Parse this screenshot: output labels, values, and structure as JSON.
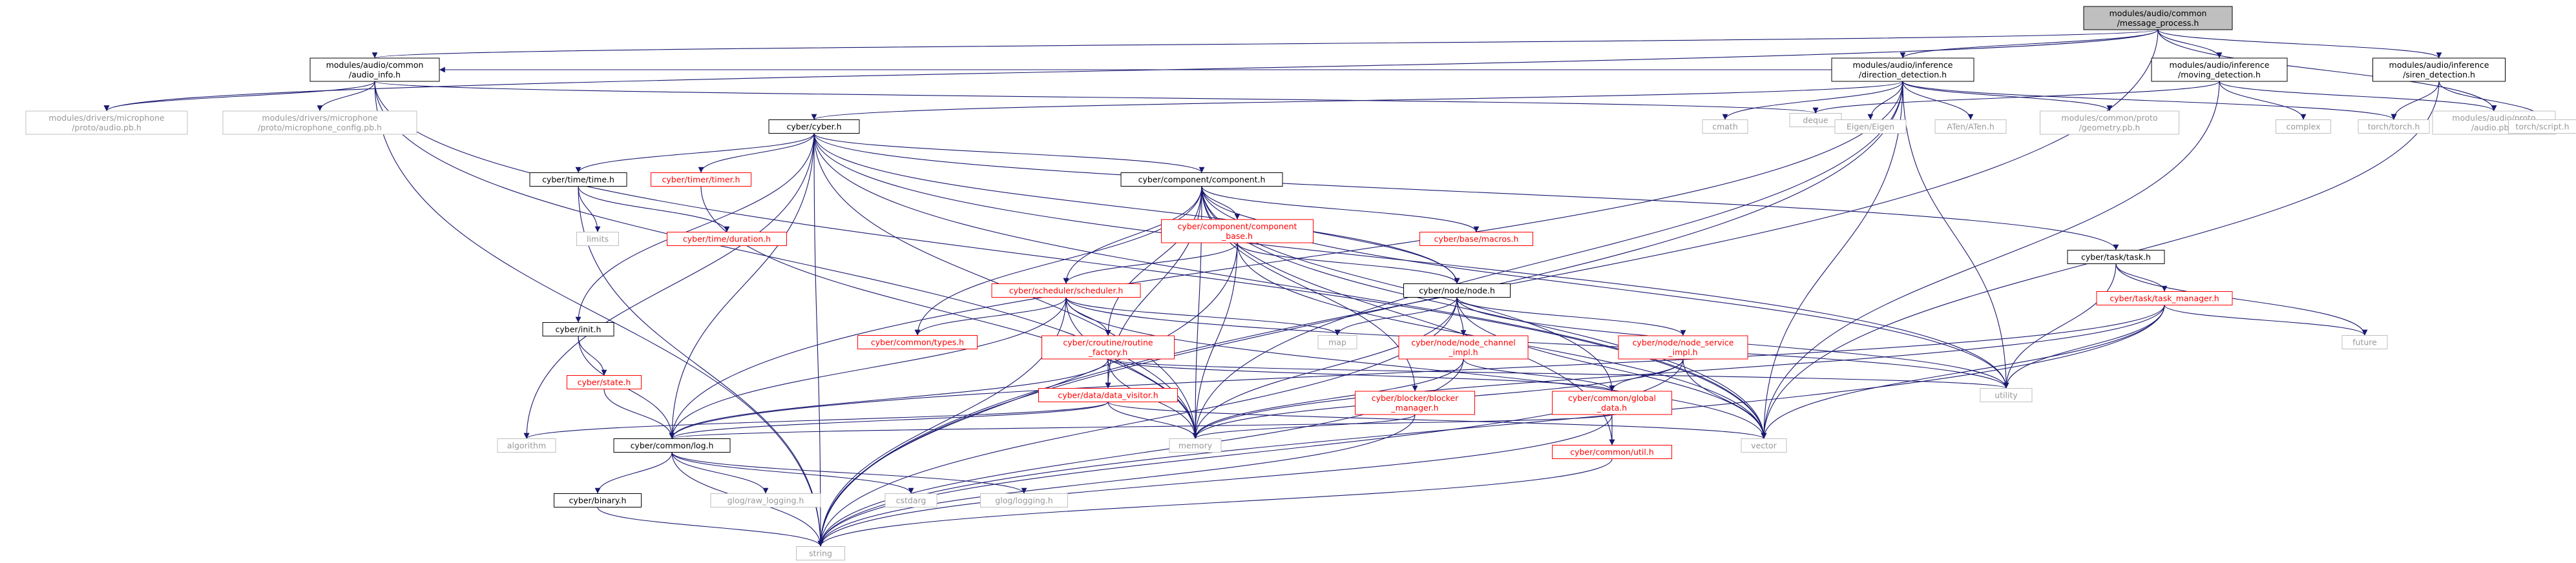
{
  "colors": {
    "root_fill": "#bfbfbf",
    "node_fill": "#ffffff",
    "linked_text": "#000000",
    "linked_border": "#000000",
    "missing_text": "#999999",
    "missing_border": "#bfbfbf",
    "red_text": "#ff0000",
    "red_border": "#ff0000",
    "edge": "#191970"
  },
  "nodes": [
    {
      "id": "message_process",
      "lines": [
        "modules/audio/common",
        "/message_process.h"
      ],
      "style": "root"
    },
    {
      "id": "audio_info",
      "lines": [
        "modules/audio/common",
        "/audio_info.h"
      ],
      "style": "linked"
    },
    {
      "id": "direction_detection",
      "lines": [
        "modules/audio/inference",
        "/direction_detection.h"
      ],
      "style": "linked"
    },
    {
      "id": "moving_detection",
      "lines": [
        "modules/audio/inference",
        "/moving_detection.h"
      ],
      "style": "linked"
    },
    {
      "id": "siren_detection",
      "lines": [
        "modules/audio/inference",
        "/siren_detection.h"
      ],
      "style": "linked"
    },
    {
      "id": "mic_audio_pb",
      "lines": [
        "modules/drivers/microphone",
        "/proto/audio.pb.h"
      ],
      "style": "missing"
    },
    {
      "id": "mic_config_pb",
      "lines": [
        "modules/drivers/microphone",
        "/proto/microphone_config.pb.h"
      ],
      "style": "missing"
    },
    {
      "id": "deque",
      "lines": [
        "deque"
      ],
      "style": "missing"
    },
    {
      "id": "cyber_h",
      "lines": [
        "cyber/cyber.h"
      ],
      "style": "linked"
    },
    {
      "id": "cmath",
      "lines": [
        "cmath"
      ],
      "style": "missing"
    },
    {
      "id": "eigen",
      "lines": [
        "Eigen/Eigen"
      ],
      "style": "missing"
    },
    {
      "id": "aten",
      "lines": [
        "ATen/ATen.h"
      ],
      "style": "missing"
    },
    {
      "id": "geometry_pb",
      "lines": [
        "modules/common/proto",
        "/geometry.pb.h"
      ],
      "style": "missing"
    },
    {
      "id": "complex",
      "lines": [
        "complex"
      ],
      "style": "missing"
    },
    {
      "id": "torch",
      "lines": [
        "torch/torch.h"
      ],
      "style": "missing"
    },
    {
      "id": "audio_proto_pb",
      "lines": [
        "modules/audio/proto",
        "/audio.pb.h"
      ],
      "style": "missing"
    },
    {
      "id": "torch_script",
      "lines": [
        "torch/script.h"
      ],
      "style": "missing"
    },
    {
      "id": "time_h",
      "lines": [
        "cyber/time/time.h"
      ],
      "style": "linked"
    },
    {
      "id": "timer_h",
      "lines": [
        "cyber/timer/timer.h"
      ],
      "style": "red"
    },
    {
      "id": "component_h",
      "lines": [
        "cyber/component/component.h"
      ],
      "style": "linked"
    },
    {
      "id": "limits",
      "lines": [
        "limits"
      ],
      "style": "missing"
    },
    {
      "id": "duration_h",
      "lines": [
        "cyber/time/duration.h"
      ],
      "style": "red"
    },
    {
      "id": "component_base",
      "lines": [
        "cyber/component/component",
        "_base.h"
      ],
      "style": "red"
    },
    {
      "id": "macros_h",
      "lines": [
        "cyber/base/macros.h"
      ],
      "style": "red"
    },
    {
      "id": "task_h",
      "lines": [
        "cyber/task/task.h"
      ],
      "style": "linked"
    },
    {
      "id": "scheduler_h",
      "lines": [
        "cyber/scheduler/scheduler.h"
      ],
      "style": "red"
    },
    {
      "id": "node_h",
      "lines": [
        "cyber/node/node.h"
      ],
      "style": "linked"
    },
    {
      "id": "task_manager",
      "lines": [
        "cyber/task/task_manager.h"
      ],
      "style": "red"
    },
    {
      "id": "init_h",
      "lines": [
        "cyber/init.h"
      ],
      "style": "linked"
    },
    {
      "id": "types_h",
      "lines": [
        "cyber/common/types.h"
      ],
      "style": "red"
    },
    {
      "id": "routine_factory",
      "lines": [
        "cyber/croutine/routine",
        "_factory.h"
      ],
      "style": "red"
    },
    {
      "id": "map",
      "lines": [
        "map"
      ],
      "style": "missing"
    },
    {
      "id": "node_channel_impl",
      "lines": [
        "cyber/node/node_channel",
        "_impl.h"
      ],
      "style": "red"
    },
    {
      "id": "node_service_impl",
      "lines": [
        "cyber/node/node_service",
        "_impl.h"
      ],
      "style": "red"
    },
    {
      "id": "future",
      "lines": [
        "future"
      ],
      "style": "missing"
    },
    {
      "id": "state_h",
      "lines": [
        "cyber/state.h"
      ],
      "style": "red"
    },
    {
      "id": "data_visitor",
      "lines": [
        "cyber/data/data_visitor.h"
      ],
      "style": "red"
    },
    {
      "id": "utility",
      "lines": [
        "utility"
      ],
      "style": "missing"
    },
    {
      "id": "blocker_manager",
      "lines": [
        "cyber/blocker/blocker",
        "_manager.h"
      ],
      "style": "red"
    },
    {
      "id": "global_data",
      "lines": [
        "cyber/common/global",
        "_data.h"
      ],
      "style": "red"
    },
    {
      "id": "algorithm",
      "lines": [
        "algorithm"
      ],
      "style": "missing"
    },
    {
      "id": "memory",
      "lines": [
        "memory"
      ],
      "style": "missing"
    },
    {
      "id": "vector",
      "lines": [
        "vector"
      ],
      "style": "missing"
    },
    {
      "id": "log_h",
      "lines": [
        "cyber/common/log.h"
      ],
      "style": "linked"
    },
    {
      "id": "util_h",
      "lines": [
        "cyber/common/util.h"
      ],
      "style": "red"
    },
    {
      "id": "binary_h",
      "lines": [
        "cyber/binary.h"
      ],
      "style": "linked"
    },
    {
      "id": "raw_logging",
      "lines": [
        "glog/raw_logging.h"
      ],
      "style": "missing"
    },
    {
      "id": "cstdarg",
      "lines": [
        "cstdarg"
      ],
      "style": "missing"
    },
    {
      "id": "glog_logging",
      "lines": [
        "glog/logging.h"
      ],
      "style": "missing"
    },
    {
      "id": "string",
      "lines": [
        "string"
      ],
      "style": "missing"
    }
  ],
  "edges": [
    [
      "message_process",
      "audio_info"
    ],
    [
      "message_process",
      "direction_detection"
    ],
    [
      "message_process",
      "moving_detection"
    ],
    [
      "message_process",
      "siren_detection"
    ],
    [
      "message_process",
      "mic_audio_pb"
    ],
    [
      "message_process",
      "audio_proto_pb"
    ],
    [
      "message_process",
      "string"
    ],
    [
      "audio_info",
      "mic_audio_pb"
    ],
    [
      "audio_info",
      "mic_config_pb"
    ],
    [
      "audio_info",
      "deque"
    ],
    [
      "audio_info",
      "memory"
    ],
    [
      "audio_info",
      "string"
    ],
    [
      "audio_info",
      "vector"
    ],
    [
      "direction_detection",
      "cyber_h"
    ],
    [
      "direction_detection",
      "cmath"
    ],
    [
      "direction_detection",
      "eigen"
    ],
    [
      "direction_detection",
      "aten"
    ],
    [
      "direction_detection",
      "geometry_pb"
    ],
    [
      "direction_detection",
      "torch"
    ],
    [
      "direction_detection",
      "memory"
    ],
    [
      "direction_detection",
      "string"
    ],
    [
      "direction_detection",
      "utility"
    ],
    [
      "direction_detection",
      "vector"
    ],
    [
      "direction_detection",
      "audio_info"
    ],
    [
      "direction_detection",
      "log_h"
    ],
    [
      "moving_detection",
      "complex"
    ],
    [
      "moving_detection",
      "deque"
    ],
    [
      "moving_detection",
      "audio_proto_pb"
    ],
    [
      "moving_detection",
      "vector"
    ],
    [
      "siren_detection",
      "torch"
    ],
    [
      "siren_detection",
      "torch_script"
    ],
    [
      "siren_detection",
      "vector"
    ],
    [
      "cyber_h",
      "time_h"
    ],
    [
      "cyber_h",
      "timer_h"
    ],
    [
      "cyber_h",
      "component_h"
    ],
    [
      "cyber_h",
      "task_h"
    ],
    [
      "cyber_h",
      "node_h"
    ],
    [
      "cyber_h",
      "init_h"
    ],
    [
      "cyber_h",
      "log_h"
    ],
    [
      "cyber_h",
      "memory"
    ],
    [
      "cyber_h",
      "string"
    ],
    [
      "cyber_h",
      "utility"
    ],
    [
      "cyber_h",
      "vector"
    ],
    [
      "cyber_h",
      "algorithm"
    ],
    [
      "time_h",
      "limits"
    ],
    [
      "time_h",
      "duration_h"
    ],
    [
      "time_h",
      "string"
    ],
    [
      "timer_h",
      "memory"
    ],
    [
      "component_h",
      "component_base"
    ],
    [
      "component_h",
      "macros_h"
    ],
    [
      "component_h",
      "scheduler_h"
    ],
    [
      "component_h",
      "node_h"
    ],
    [
      "component_h",
      "types_h"
    ],
    [
      "component_h",
      "routine_factory"
    ],
    [
      "component_h",
      "data_visitor"
    ],
    [
      "component_h",
      "blocker_manager"
    ],
    [
      "component_h",
      "global_data"
    ],
    [
      "component_h",
      "util_h"
    ],
    [
      "component_h",
      "memory"
    ],
    [
      "component_h",
      "utility"
    ],
    [
      "component_h",
      "vector"
    ],
    [
      "component_base",
      "scheduler_h"
    ],
    [
      "component_base",
      "node_h"
    ],
    [
      "component_base",
      "memory"
    ],
    [
      "component_base",
      "string"
    ],
    [
      "component_base",
      "vector"
    ],
    [
      "task_h",
      "task_manager"
    ],
    [
      "task_h",
      "future"
    ],
    [
      "task_h",
      "utility"
    ],
    [
      "task_manager",
      "future"
    ],
    [
      "task_manager",
      "utility"
    ],
    [
      "task_manager",
      "vector"
    ],
    [
      "task_manager",
      "memory"
    ],
    [
      "task_manager",
      "string"
    ],
    [
      "task_manager",
      "log_h"
    ],
    [
      "scheduler_h",
      "types_h"
    ],
    [
      "scheduler_h",
      "routine_factory"
    ],
    [
      "scheduler_h",
      "map"
    ],
    [
      "scheduler_h",
      "utility"
    ],
    [
      "scheduler_h",
      "memory"
    ],
    [
      "scheduler_h",
      "string"
    ],
    [
      "scheduler_h",
      "log_h"
    ],
    [
      "scheduler_h",
      "vector"
    ],
    [
      "node_h",
      "map"
    ],
    [
      "node_h",
      "node_channel_impl"
    ],
    [
      "node_h",
      "node_service_impl"
    ],
    [
      "node_h",
      "memory"
    ],
    [
      "node_h",
      "string"
    ],
    [
      "node_h",
      "utility"
    ],
    [
      "node_h",
      "vector"
    ],
    [
      "init_h",
      "state_h"
    ],
    [
      "init_h",
      "log_h"
    ],
    [
      "routine_factory",
      "data_visitor"
    ],
    [
      "routine_factory",
      "global_data"
    ],
    [
      "routine_factory",
      "memory"
    ],
    [
      "routine_factory",
      "utility"
    ],
    [
      "routine_factory",
      "log_h"
    ],
    [
      "node_channel_impl",
      "global_data"
    ],
    [
      "node_channel_impl",
      "memory"
    ],
    [
      "node_channel_impl",
      "string"
    ],
    [
      "node_service_impl",
      "global_data"
    ],
    [
      "node_service_impl",
      "string"
    ],
    [
      "node_service_impl",
      "vector"
    ],
    [
      "node_service_impl",
      "memory"
    ],
    [
      "state_h",
      "log_h"
    ],
    [
      "data_visitor",
      "algorithm"
    ],
    [
      "data_visitor",
      "memory"
    ],
    [
      "data_visitor",
      "vector"
    ],
    [
      "data_visitor",
      "log_h"
    ],
    [
      "blocker_manager",
      "memory"
    ],
    [
      "blocker_manager",
      "string"
    ],
    [
      "global_data",
      "util_h"
    ],
    [
      "global_data",
      "string"
    ],
    [
      "global_data",
      "log_h"
    ],
    [
      "util_h",
      "string"
    ],
    [
      "log_h",
      "binary_h"
    ],
    [
      "log_h",
      "raw_logging"
    ],
    [
      "log_h",
      "cstdarg"
    ],
    [
      "log_h",
      "glog_logging"
    ],
    [
      "log_h",
      "string"
    ],
    [
      "binary_h",
      "string"
    ]
  ]
}
